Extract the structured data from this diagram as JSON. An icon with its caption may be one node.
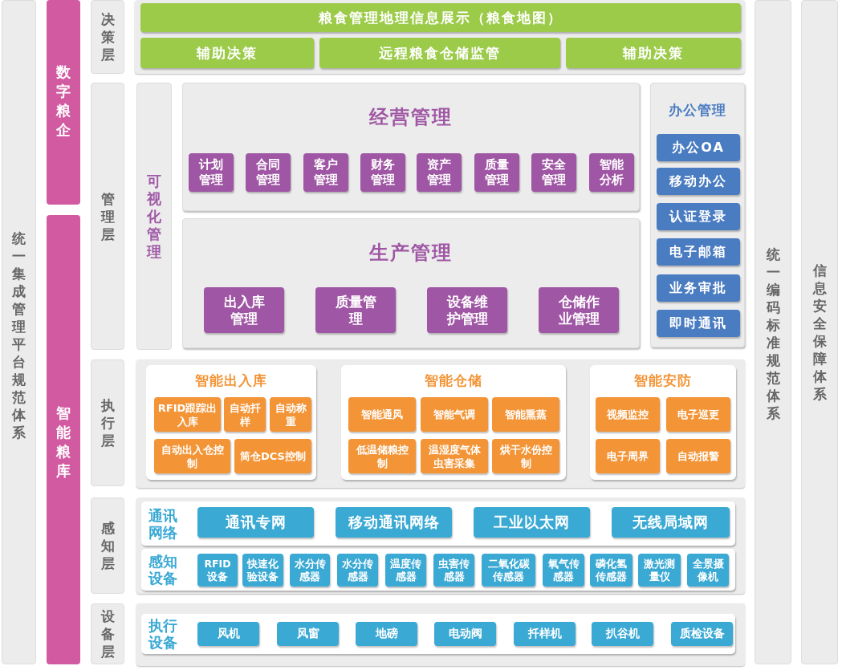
{
  "diagram": {
    "nodes": [
      {
        "text": [
          "统一集成管理平台规范体系"
        ]
      },
      {
        "text": [
          "数字粮企"
        ]
      },
      {
        "text": [
          "智能粮库"
        ]
      },
      {
        "text": [
          "决策层"
        ]
      },
      {
        "text": [
          "粮食管理地理信息展示（粮食地图）"
        ]
      },
      {
        "text": [
          "辅助决策"
        ]
      },
      {
        "text": [
          "远程粮食仓储监管"
        ]
      },
      {
        "text": [
          "辅助决策"
        ]
      },
      {
        "text": [
          "管理层"
        ]
      },
      {
        "text": [
          "可视化管理"
        ]
      },
      {
        "text": [
          "经营管理"
        ]
      },
      {
        "text": [
          "计划管理"
        ],
        "in": 10
      },
      {
        "text": [
          "合同管理"
        ],
        "in": 10
      },
      {
        "text": [
          "客户管理"
        ],
        "in": 10
      },
      {
        "text": [
          "财务管理"
        ],
        "in": 10
      },
      {
        "text": [
          "资产管理"
        ],
        "in": 10
      },
      {
        "text": [
          "质量管理"
        ],
        "in": 10
      },
      {
        "text": [
          "安全管理"
        ],
        "in": 10
      },
      {
        "text": [
          "智能分析"
        ],
        "in": 10
      },
      {
        "text": [
          "生产管理"
        ]
      },
      {
        "text": [
          "出入库管理"
        ],
        "in": 19
      },
      {
        "text": [
          "质量管理"
        ],
        "in": 19
      },
      {
        "text": [
          "设备维护管理"
        ],
        "in": 19
      },
      {
        "text": [
          "仓储作业管理"
        ],
        "in": 19
      },
      {
        "text": [
          "办公管理"
        ]
      },
      {
        "text": [
          "办公OA"
        ],
        "in": 24
      },
      {
        "text": [
          "移动办公"
        ],
        "in": 24
      },
      {
        "text": [
          "认证登录"
        ],
        "in": 24
      },
      {
        "text": [
          "电子邮箱"
        ],
        "in": 24
      },
      {
        "text": [
          "业务审批"
        ],
        "in": 24
      },
      {
        "text": [
          "即时通讯"
        ],
        "in": 24
      },
      {
        "text": [
          "统一编码标准规范体系"
        ]
      },
      {
        "text": [
          "信息安全保障体系"
        ]
      },
      {
        "text": [
          "执行层"
        ]
      },
      {
        "text": [
          "智能出入库"
        ]
      },
      {
        "text": [
          "RFID跟踪出入库"
        ],
        "in": 34
      },
      {
        "text": [
          "自动扦样"
        ],
        "in": 34
      },
      {
        "text": [
          "自动称重"
        ],
        "in": 34
      },
      {
        "text": [
          "自动出入仓控制"
        ],
        "in": 34
      },
      {
        "text": [
          "筒仓DCS控制"
        ],
        "in": 34
      },
      {
        "text": [
          "智能仓储"
        ]
      },
      {
        "text": [
          "智能通风"
        ],
        "in": 40
      },
      {
        "text": [
          "智能气调"
        ],
        "in": 40
      },
      {
        "text": [
          "智能熏蒸"
        ],
        "in": 40
      },
      {
        "text": [
          "低温储粮控制"
        ],
        "in": 40
      },
      {
        "text": [
          "温湿度气体虫害采集"
        ],
        "in": 40
      },
      {
        "text": [
          "烘干水份控制"
        ],
        "in": 40
      },
      {
        "text": [
          "智能安防"
        ]
      },
      {
        "text": [
          "视频监控"
        ],
        "in": 47
      },
      {
        "text": [
          "电子巡更"
        ],
        "in": 47
      },
      {
        "text": [
          "电子周界"
        ],
        "in": 47
      },
      {
        "text": [
          "自动报警"
        ],
        "in": 47
      },
      {
        "text": [
          "感知层"
        ]
      },
      {
        "text": [
          "通讯网络"
        ]
      },
      {
        "text": [
          "通讯专网"
        ],
        "in": 53
      },
      {
        "text": [
          "移动通讯网络"
        ],
        "in": 53
      },
      {
        "text": [
          "工业以太网"
        ],
        "in": 53
      },
      {
        "text": [
          "无线局域网"
        ],
        "in": 53
      },
      {
        "text": [
          "感知设备"
        ]
      },
      {
        "text": [
          "RFID设备"
        ],
        "in": 58
      },
      {
        "text": [
          "快速化验设备"
        ],
        "in": 58
      },
      {
        "text": [
          "水分传感器"
        ],
        "in": 58
      },
      {
        "text": [
          "水分传感器"
        ],
        "in": 58
      },
      {
        "text": [
          "温度传感器"
        ],
        "in": 58
      },
      {
        "text": [
          "虫害传感器"
        ],
        "in": 58
      },
      {
        "text": [
          "二氧化碳传感器"
        ],
        "in": 58
      },
      {
        "text": [
          "氧气传感器"
        ],
        "in": 58
      },
      {
        "text": [
          "磷化氢传感器"
        ],
        "in": 58
      },
      {
        "text": [
          "激光测量仪"
        ],
        "in": 58
      },
      {
        "text": [
          "全景摄像机"
        ],
        "in": 58
      },
      {
        "text": [
          "设备层"
        ]
      },
      {
        "text": [
          "执行设备"
        ]
      },
      {
        "text": [
          "风机"
        ],
        "in": 71
      },
      {
        "text": [
          "风窗"
        ],
        "in": 71
      },
      {
        "text": [
          "地磅"
        ],
        "in": 71
      },
      {
        "text": [
          "电动阀"
        ],
        "in": 71
      },
      {
        "text": [
          "扦样机"
        ],
        "in": 71
      },
      {
        "text": [
          "扒谷机"
        ],
        "in": 71
      },
      {
        "text": [
          "质检设备"
        ],
        "in": 71
      }
    ]
  }
}
